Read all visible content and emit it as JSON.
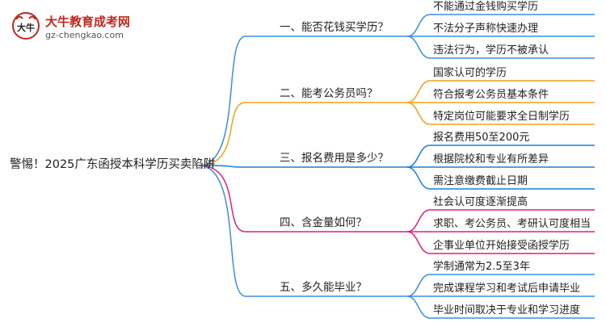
{
  "logo": {
    "title": "大牛教育成考网",
    "url": "gz-chengkao.com",
    "mark_text": "大牛"
  },
  "root": {
    "label": "警惕！2025广东函授本科学历买卖陷阱"
  },
  "branches": [
    {
      "label": "一、能否花钱买学历？",
      "color": "#3b8fe0",
      "leaves": [
        "不能通过金钱购买学历",
        "不法分子声称快速办理",
        "违法行为，学历不被承认"
      ]
    },
    {
      "label": "二、能考公务员吗？",
      "color": "#f0a21a",
      "leaves": [
        "国家认可的学历",
        "符合报考公务员基本条件",
        "特定岗位可能要求全日制学历"
      ]
    },
    {
      "label": "三、报名费用是多少？",
      "color": "#1e7fd6",
      "leaves": [
        "报名费用50至200元",
        "根据院校和专业有所差异",
        "需注意缴费截止日期"
      ]
    },
    {
      "label": "四、含金量如何？",
      "color": "#e0207a",
      "leaves": [
        "社会认可度逐渐提高",
        "求职、考公务员、考研认可度相当",
        "企事业单位开始接受函授学历"
      ]
    },
    {
      "label": "五、多久能毕业？",
      "color": "#3b8fe0",
      "leaves": [
        "学制通常为2.5至3年",
        "完成课程学习和考试后申请毕业",
        "毕业时间取决于专业和学习进度"
      ]
    }
  ]
}
